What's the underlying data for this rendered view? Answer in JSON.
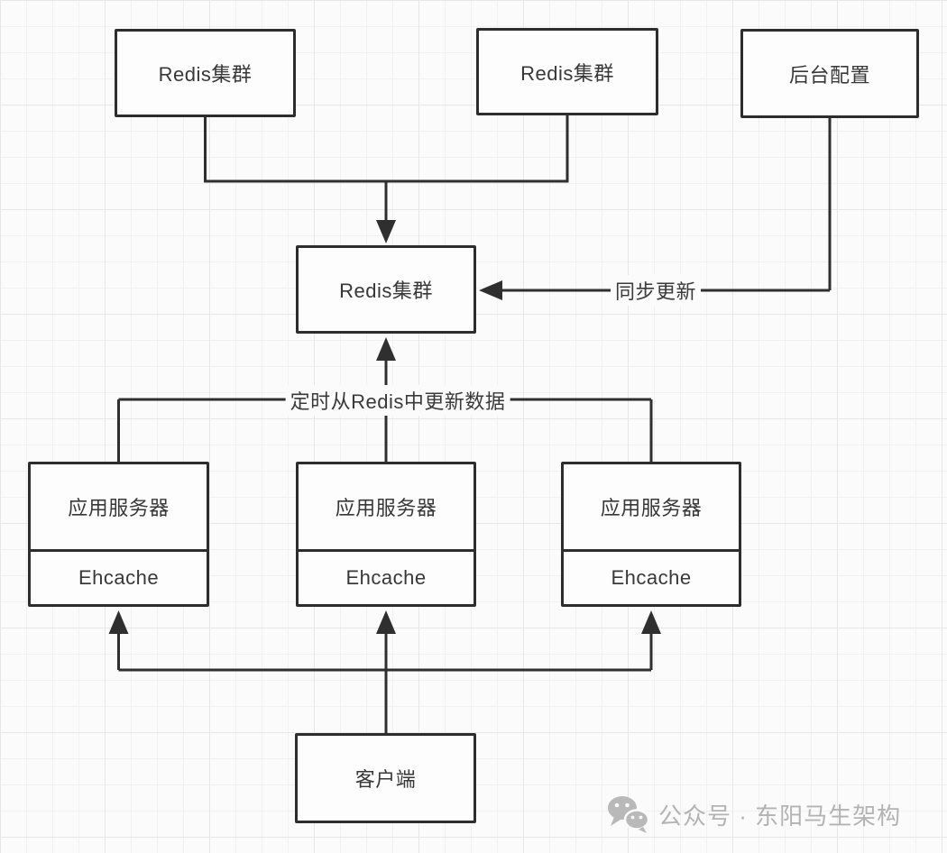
{
  "diagram": {
    "nodes": {
      "redis_top_left": {
        "label": "Redis集群"
      },
      "redis_top_right": {
        "label": "Redis集群"
      },
      "backend_config": {
        "label": "后台配置"
      },
      "redis_middle": {
        "label": "Redis集群"
      },
      "app_servers": [
        {
          "title": "应用服务器",
          "cache": "Ehcache"
        },
        {
          "title": "应用服务器",
          "cache": "Ehcache"
        },
        {
          "title": "应用服务器",
          "cache": "Ehcache"
        }
      ],
      "client": {
        "label": "客户端"
      }
    },
    "edge_labels": {
      "sync_update": "同步更新",
      "scheduled_refresh": "定时从Redis中更新数据"
    },
    "colors": {
      "line": "#2f2f2f",
      "box_border": "#2d2d2d",
      "box_fill": "#fdfdfd",
      "text": "#383838",
      "watermark": "#b3b3b3"
    }
  },
  "watermark": {
    "icon": "wechat-icon",
    "text": "公众号 · 东阳马生架构"
  }
}
